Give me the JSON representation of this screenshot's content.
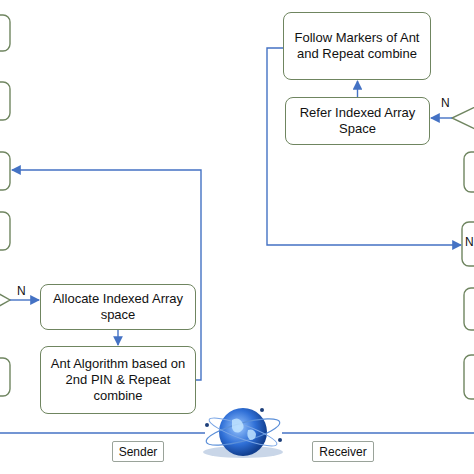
{
  "diagram": {
    "nodes": [
      {
        "text": [
          "Allocate Indexed Array space"
        ]
      },
      {
        "text": [
          "Ant Algorithm based on 2nd PIN & Repeat combine"
        ]
      },
      {
        "text": [
          "Follow Markers of Ant and Repeat combine"
        ]
      },
      {
        "text": [
          "Refer Indexed Array Space"
        ]
      },
      {
        "text": [
          "Sender"
        ]
      },
      {
        "text": [
          "Receiver"
        ]
      }
    ],
    "edges": [
      {
        "from": 0,
        "to": 1,
        "arrow": "to"
      },
      {
        "from": 3,
        "to": 2,
        "arrow": "to"
      }
    ],
    "labels": [
      "N",
      "N",
      "N"
    ]
  }
}
